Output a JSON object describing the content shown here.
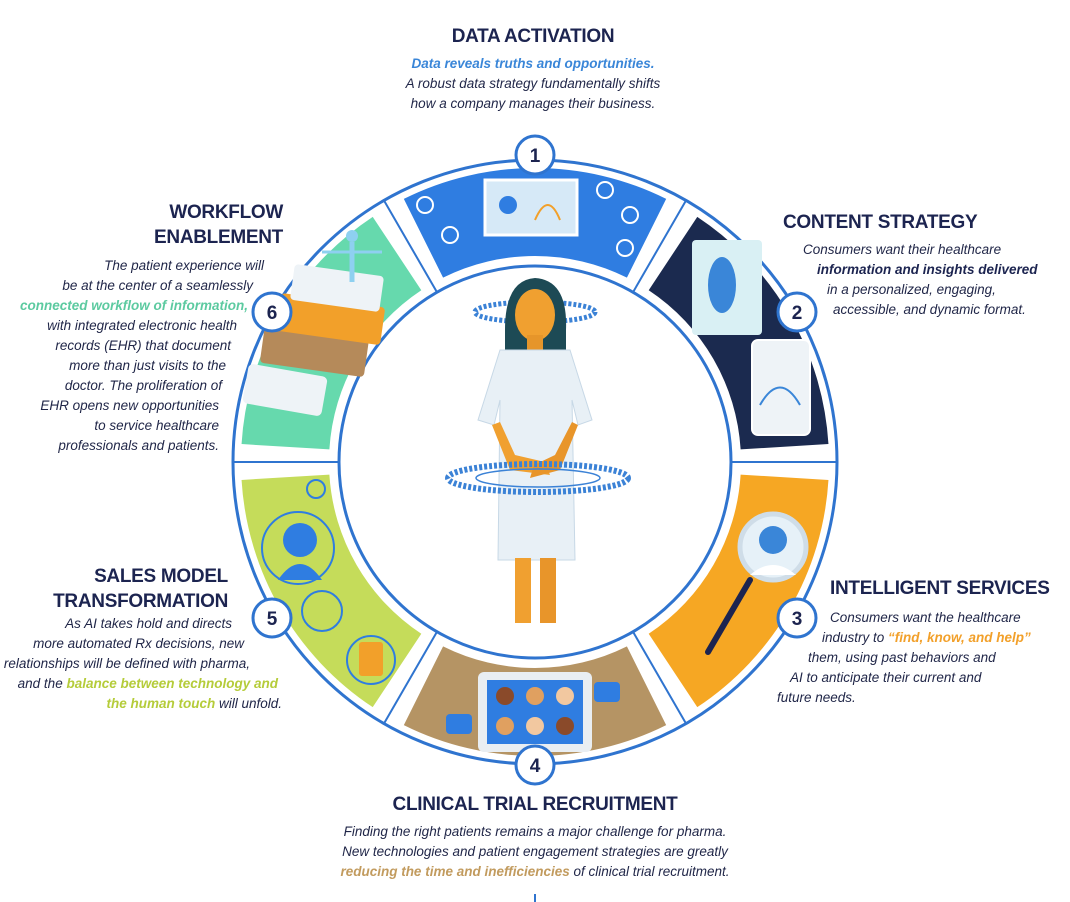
{
  "colors": {
    "navy_text": "#1c2450",
    "ring_outline": "#2f74cf",
    "segment_1": "#2f7de1",
    "segment_2": "#1b2a4f",
    "segment_3": "#f6a723",
    "segment_4": "#b59464",
    "segment_5": "#c5dc5a",
    "segment_6": "#66d9ad"
  },
  "sections": {
    "data_activation": {
      "number": "1",
      "title": "DATA ACTIVATION",
      "highlight": "Data reveals truths and opportunities.",
      "lines": [
        "A robust data strategy fundamentally shifts",
        "how a company manages their business."
      ],
      "icon": "data-network-icon"
    },
    "content_strategy": {
      "number": "2",
      "title": "CONTENT STRATEGY",
      "lines": [
        "Consumers want their healthcare",
        "information and insights delivered",
        "in a personalized, engaging,",
        "accessible, and dynamic format."
      ],
      "icon": "tablet-content-icon"
    },
    "intelligent_services": {
      "number": "3",
      "title": "INTELLIGENT SERVICES",
      "lines": [
        "Consumers want the healthcare",
        "industry to ",
        "“find, know, and help”",
        "them, using past behaviors and",
        "AI to anticipate their current and",
        "future needs."
      ],
      "icon": "magnifier-icon"
    },
    "clinical_trial": {
      "number": "4",
      "title": "CLINICAL TRIAL RECRUITMENT",
      "lines": [
        "Finding the right patients remains a major challenge for pharma.",
        "New technologies and patient engagement strategies are greatly",
        "reducing the time and inefficiencies",
        " of clinical trial recruitment."
      ],
      "icon": "patient-grid-tablet-icon"
    },
    "sales_model": {
      "number": "5",
      "title_lines": [
        "SALES MODEL",
        "TRANSFORMATION"
      ],
      "lines": [
        "As AI takes hold and directs",
        "more automated Rx decisions, new",
        "relationships will be defined with pharma,",
        "and the ",
        "balance between technology and",
        "the human touch",
        " will unfold."
      ],
      "icon": "ai-head-icon"
    },
    "workflow": {
      "number": "6",
      "title_lines": [
        "WORKFLOW",
        "ENABLEMENT"
      ],
      "lines": [
        "The patient experience will",
        "be at the center of a seamlessly",
        "connected workflow of information,",
        "with integrated electronic health",
        "records (EHR) that document",
        "more than just visits to the",
        "doctor.  The proliferation of",
        "EHR opens new opportunities",
        "to service healthcare",
        "professionals and patients."
      ],
      "icon": "ehr-layers-icon"
    }
  }
}
